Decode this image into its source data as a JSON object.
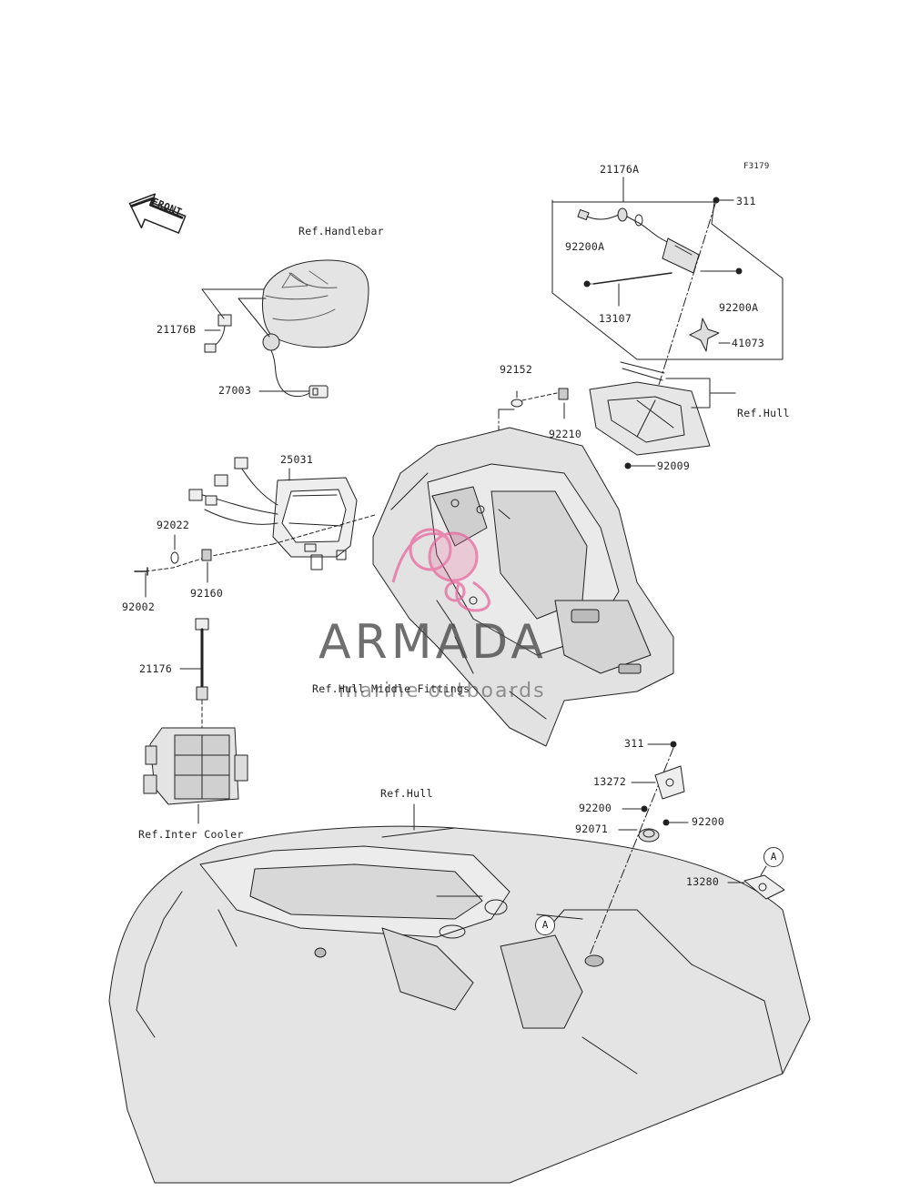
{
  "figure_code": "F3179",
  "front_arrow_text": "FRONT",
  "callouts": {
    "c21176A": "21176A",
    "c311_top": "311",
    "c92200A_left": "92200A",
    "c92200A_right": "92200A",
    "c13107": "13107",
    "c41073": "41073",
    "ref_hull_top": "Ref.Hull",
    "c92009": "92009",
    "c92152": "92152",
    "c92210": "92210",
    "ref_handlebar": "Ref.Handlebar",
    "c21176B": "21176B",
    "c27003": "27003",
    "c25031": "25031",
    "c92022": "92022",
    "c92002": "92002",
    "c92160": "92160",
    "c21176": "21176",
    "ref_hull_middle": "Ref.Hull Middle Fittings",
    "ref_inter_cooler": "Ref.Inter Cooler",
    "ref_hull_bottom": "Ref.Hull",
    "c311_bottom": "311",
    "c13272": "13272",
    "c92200_left": "92200",
    "c92200_right": "92200",
    "c92071": "92071",
    "c13280": "13280",
    "marker_a_top": "A",
    "marker_a_bottom": "A"
  },
  "watermark": {
    "brand": "ARMADA",
    "tagline": "marine outboards",
    "logo_color": "#e8609a"
  }
}
